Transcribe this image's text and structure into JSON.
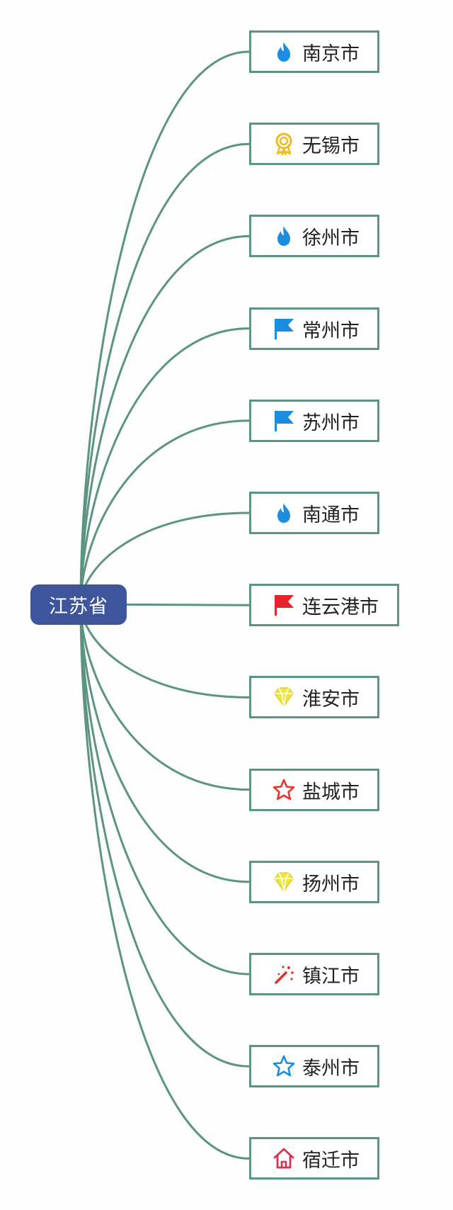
{
  "colors": {
    "edge": "#5b9480",
    "root_fill": "#3e549b",
    "root_text": "#ffffff",
    "node_border": "#5b9480",
    "node_text": "#222222"
  },
  "root": {
    "label": "江苏省"
  },
  "cities": [
    {
      "label": "南京市",
      "icon": "fire-icon",
      "icon_color": "#1a8de0"
    },
    {
      "label": "无锡市",
      "icon": "award-medal-icon",
      "icon_color": "#f3b81c"
    },
    {
      "label": "徐州市",
      "icon": "fire-icon",
      "icon_color": "#1a8de0"
    },
    {
      "label": "常州市",
      "icon": "flag-icon",
      "icon_color": "#1a8de0"
    },
    {
      "label": "苏州市",
      "icon": "flag-icon",
      "icon_color": "#1a8de0"
    },
    {
      "label": "南通市",
      "icon": "fire-icon",
      "icon_color": "#1a8de0"
    },
    {
      "label": "连云港市",
      "icon": "flag-icon",
      "icon_color": "#e8222a"
    },
    {
      "label": "淮安市",
      "icon": "diamond-icon",
      "icon_color": "#f1e43a"
    },
    {
      "label": "盐城市",
      "icon": "star-outline-icon",
      "icon_color": "#e8332a"
    },
    {
      "label": "扬州市",
      "icon": "diamond-icon",
      "icon_color": "#f1e43a"
    },
    {
      "label": "镇江市",
      "icon": "magic-wand-icon",
      "icon_color": "#d3352a"
    },
    {
      "label": "泰州市",
      "icon": "star-outline-icon",
      "icon_color": "#1a8de0"
    },
    {
      "label": "宿迁市",
      "icon": "home-icon",
      "icon_color": "#d9314f"
    }
  ]
}
